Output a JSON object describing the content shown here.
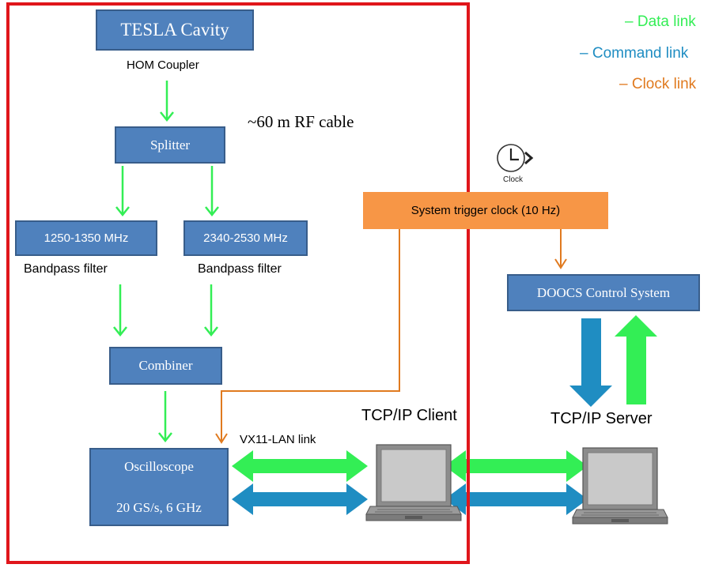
{
  "legend": {
    "data_link": "– Data link",
    "command_link": "– Command link",
    "clock_link": "– Clock link"
  },
  "colors": {
    "data_link": "#33ee55",
    "command_link": "#1f8dc2",
    "clock_link": "#e07a1f",
    "box_fill": "#4f81bd",
    "trigger_fill": "#f79646",
    "frame": "#e0161b"
  },
  "boxes": {
    "tesla_cavity": "TESLA Cavity",
    "splitter": "Splitter",
    "filter_1": "1250-1350 MHz",
    "filter_2": "2340-2530 MHz",
    "combiner": "Combiner",
    "oscilloscope_title": "Oscilloscope",
    "oscilloscope_specs": "20 GS/s, 6 GHz",
    "trigger_clock": "System trigger clock (10 Hz)",
    "doocs": "DOOCS Control System"
  },
  "labels": {
    "hom_coupler": "HOM Coupler",
    "rf_cable": "~60 m RF cable",
    "bandpass_1": "Bandpass filter",
    "bandpass_2": "Bandpass filter",
    "vx11_link": "VX11-LAN link",
    "tcp_client": "TCP/IP Client",
    "tcp_server": "TCP/IP Server",
    "clock_caption": "Clock"
  },
  "icons": {
    "clock": "clock-icon",
    "client_computer": "laptop-icon",
    "server_computer": "laptop-icon"
  }
}
